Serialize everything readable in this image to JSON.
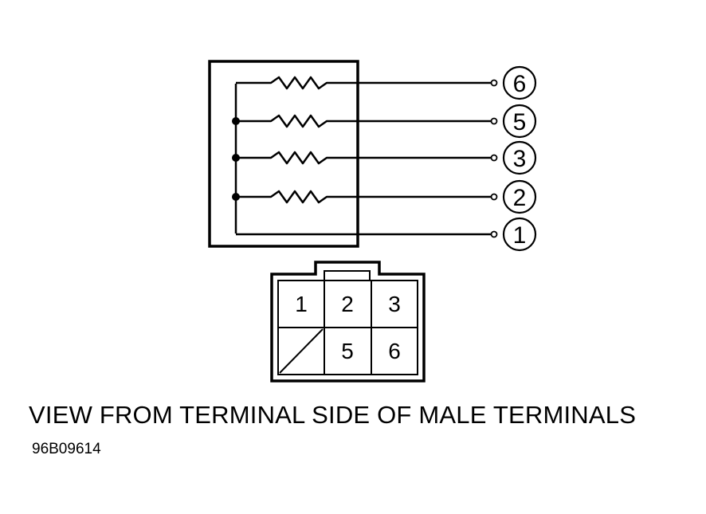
{
  "wiring": {
    "terminals": [
      {
        "label": "6",
        "has_resistor": true,
        "junction": false
      },
      {
        "label": "5",
        "has_resistor": true,
        "junction": true
      },
      {
        "label": "3",
        "has_resistor": true,
        "junction": true
      },
      {
        "label": "2",
        "has_resistor": true,
        "junction": true
      },
      {
        "label": "1",
        "has_resistor": false,
        "junction": false
      }
    ]
  },
  "connector": {
    "cavities": [
      {
        "label": "1",
        "filled": false
      },
      {
        "label": "2",
        "filled": false
      },
      {
        "label": "3",
        "filled": false
      },
      {
        "label": "",
        "filled": true
      },
      {
        "label": "5",
        "filled": false
      },
      {
        "label": "6",
        "filled": false
      }
    ]
  },
  "caption": "VIEW FROM TERMINAL SIDE OF MALE TERMINALS",
  "figure_id": "96B09614"
}
